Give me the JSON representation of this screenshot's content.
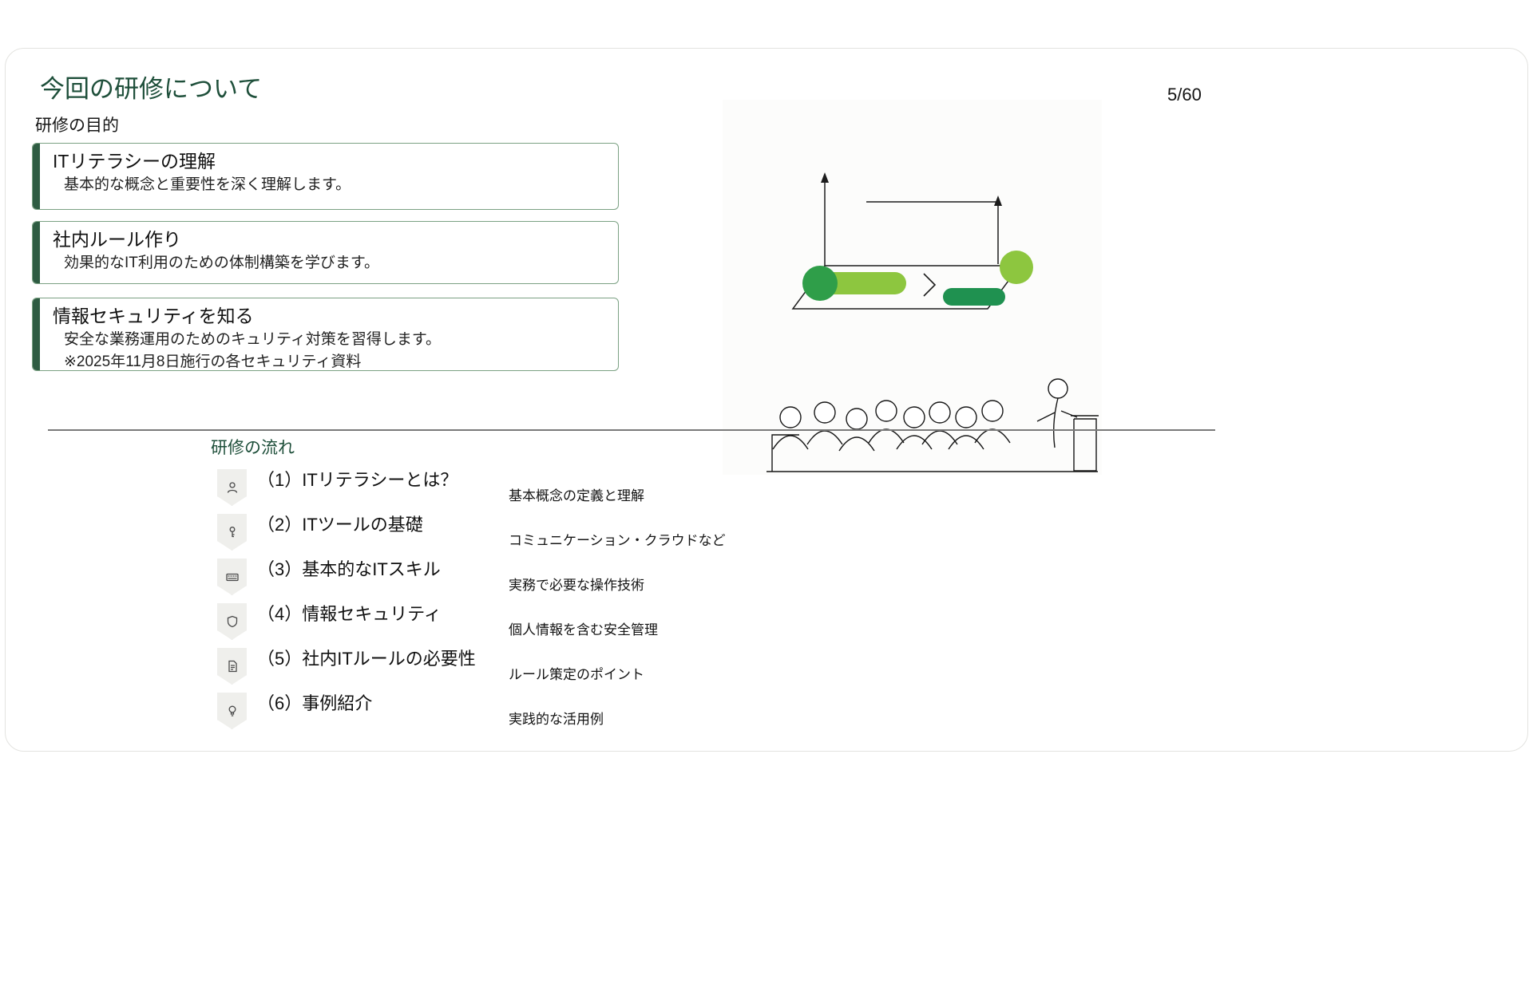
{
  "slide": {
    "title": "今回の研修について",
    "page_number": "5/60"
  },
  "purpose": {
    "heading": "研修の目的",
    "boxes": [
      {
        "title": "ITリテラシーの理解",
        "desc": "基本的な概念と重要性を深く理解します。"
      },
      {
        "title": "社内ルール作り",
        "desc": "効果的なIT利用のための体制構築を学びます。"
      },
      {
        "title": "情報セキュリティを知る",
        "desc": "安全な業務運用のためのキュリティ対策を習得します。",
        "note": "※2025年11月8日施行の各セキュリティ資料"
      }
    ]
  },
  "flow": {
    "heading": "研修の流れ",
    "items": [
      {
        "icon": "person-icon",
        "title": "（1）ITリテラシーとは？",
        "desc": "基本概念の定義と理解"
      },
      {
        "icon": "key-icon",
        "title": "（2）ITツールの基礎",
        "desc": "コミュニケーション・クラウドなど"
      },
      {
        "icon": "keyboard-icon",
        "title": "（3）基本的なITスキル",
        "desc": "実務で必要な操作技術"
      },
      {
        "icon": "shield-icon",
        "title": "（4）情報セキュリティ",
        "desc": "個人情報を含む安全管理"
      },
      {
        "icon": "document-icon",
        "title": "（5）社内ITルールの必要性",
        "desc": "ルール策定のポイント"
      },
      {
        "icon": "lightbulb-icon",
        "title": "（6）事例紹介",
        "desc": "実践的な活用例"
      }
    ]
  },
  "colors": {
    "accent_dark_green": "#2e5c42",
    "heading_green": "#1e4f3a",
    "box_border_green": "#7ba183",
    "pill_light_green": "#8dc63f",
    "pill_dark_green": "#1f9150"
  }
}
